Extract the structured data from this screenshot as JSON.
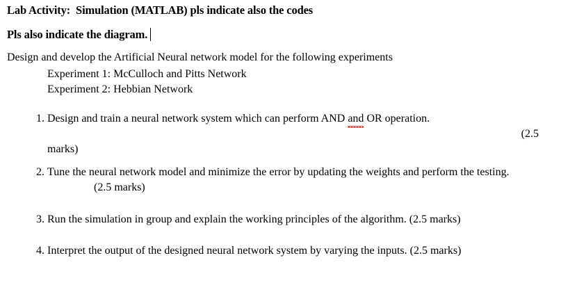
{
  "document": {
    "background_color": "#ffffff",
    "text_color": "#000000",
    "spellcheck_underline_color": "#e03131",
    "headings": [
      {
        "text": "Lab Activity:  Simulation (MATLAB) pls indicate also the codes"
      },
      {
        "text": "Pls also indicate the diagram."
      }
    ],
    "caret_visible": true,
    "intro": {
      "lead": "Design and develop the Artificial Neural network model for the following experiments",
      "experiments": [
        "Experiment 1: McCulloch and Pitts Network",
        "Experiment 2: Hebbian Network"
      ]
    },
    "list": [
      {
        "number": "1.",
        "line1_before_spell": "Design and train a neural network system which can perform AND ",
        "spell_word": "and",
        "line1_after_spell": " OR operation.",
        "line2": "(2.5",
        "line3": "marks)"
      },
      {
        "number": "2.",
        "text": "Tune the neural network model and minimize the error by updating the weights and perform the testing.",
        "marks": "(2.5 marks)"
      },
      {
        "number": "3.",
        "text": "Run the simulation in group and explain the working principles of the algorithm. (2.5 marks)"
      },
      {
        "number": "4.",
        "text": "Interpret the output of the designed neural network system by varying the inputs. (2.5 marks)"
      }
    ]
  }
}
